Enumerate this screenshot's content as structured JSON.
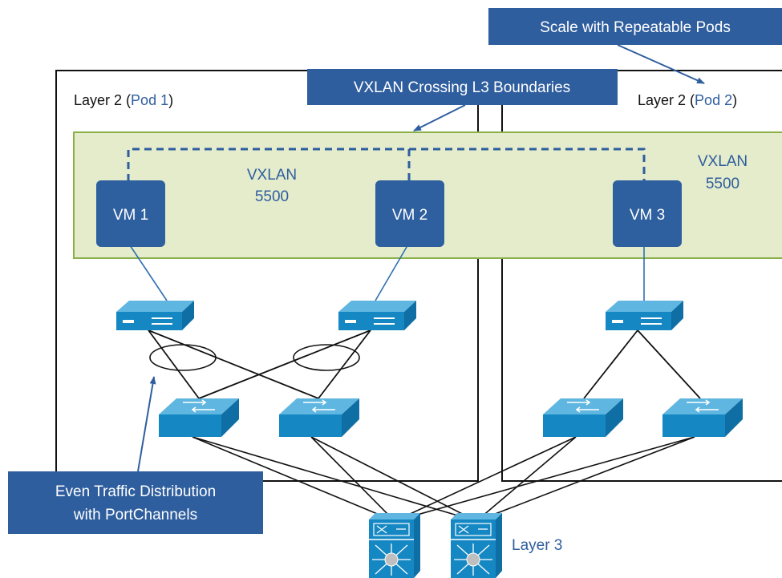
{
  "pods": {
    "pod1": {
      "prefix": "Layer 2 (",
      "name": "Pod 1",
      "suffix": ")"
    },
    "pod2": {
      "prefix": "Layer 2 (",
      "name": "Pod 2",
      "suffix": ")"
    }
  },
  "callouts": {
    "scale": "Scale with Repeatable Pods",
    "vxlan_crossing": "VXLAN Crossing L3 Boundaries",
    "even_traffic_line1": "Even Traffic Distribution",
    "even_traffic_line2": "with PortChannels"
  },
  "vxlan": {
    "left_line1": "VXLAN",
    "left_line2": "5500",
    "right_line1": "VXLAN",
    "right_line2": "5500"
  },
  "vms": {
    "vm1": "VM 1",
    "vm2": "VM 2",
    "vm3": "VM 3"
  },
  "layer3_label": "Layer 3",
  "colors": {
    "box_blue": "#2f5e9e",
    "device_blue": "#1588c4",
    "vm_blue": "#2e5f9e",
    "vxlan_fill": "#e4eccc",
    "vxlan_border": "#8bb04a",
    "text_blue": "#2f5e9e"
  },
  "icons": [
    "access-switch-icon",
    "multilayer-switch-icon",
    "nexus-core-switch-icon",
    "portchannel-ellipse-icon",
    "callout-arrow-icon"
  ]
}
